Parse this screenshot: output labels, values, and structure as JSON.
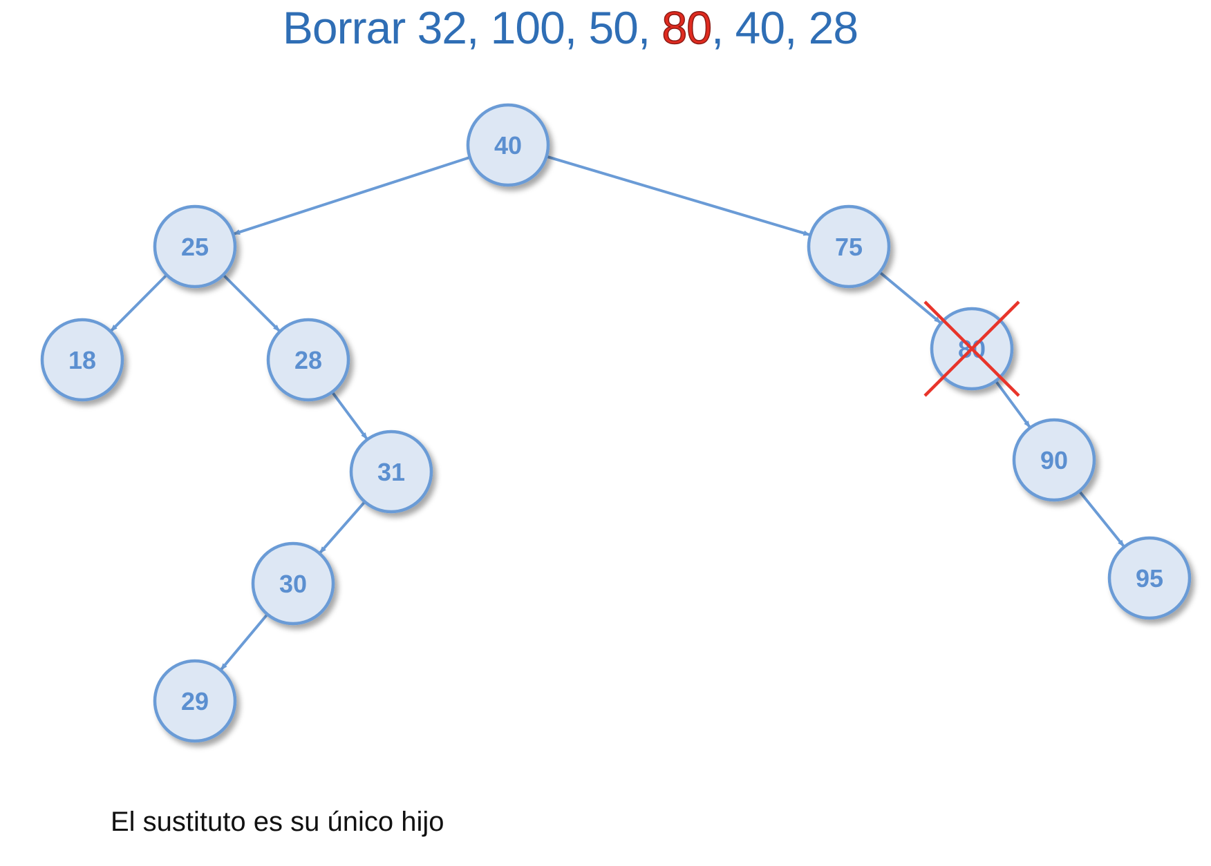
{
  "title": {
    "parts": [
      {
        "text": "Borrar 32, 100, 50, ",
        "highlight": false
      },
      {
        "text": "80",
        "highlight": true
      },
      {
        "text": ", 40, 28",
        "highlight": false
      }
    ]
  },
  "caption": "El sustituto es su único hijo",
  "colors": {
    "title": "#2f6eb5",
    "highlight": "#e02b20",
    "node_fill": "#dde7f4",
    "node_stroke": "#6a9bd6",
    "node_text": "#5b8fd0",
    "edge": "#6a9bd6",
    "cross": "#e8342a"
  },
  "tree": {
    "nodes": [
      {
        "id": "n40",
        "label": "40"
      },
      {
        "id": "n25",
        "label": "25"
      },
      {
        "id": "n75",
        "label": "75"
      },
      {
        "id": "n18",
        "label": "18"
      },
      {
        "id": "n28",
        "label": "28"
      },
      {
        "id": "n80",
        "label": "80",
        "deleted": true
      },
      {
        "id": "n31",
        "label": "31"
      },
      {
        "id": "n90",
        "label": "90"
      },
      {
        "id": "n30",
        "label": "30"
      },
      {
        "id": "n95",
        "label": "95"
      },
      {
        "id": "n29",
        "label": "29"
      }
    ],
    "edges": [
      {
        "from": "n40",
        "to": "n25"
      },
      {
        "from": "n40",
        "to": "n75"
      },
      {
        "from": "n25",
        "to": "n18"
      },
      {
        "from": "n25",
        "to": "n28"
      },
      {
        "from": "n28",
        "to": "n31"
      },
      {
        "from": "n31",
        "to": "n30"
      },
      {
        "from": "n30",
        "to": "n29"
      },
      {
        "from": "n75",
        "to": "n80"
      },
      {
        "from": "n80",
        "to": "n90"
      },
      {
        "from": "n90",
        "to": "n95"
      }
    ]
  }
}
